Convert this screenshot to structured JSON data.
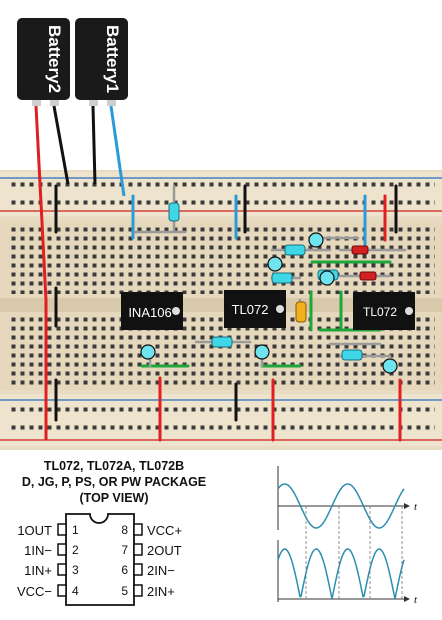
{
  "batteries": [
    {
      "label": "Battery2",
      "plus": "+",
      "minus": "−"
    },
    {
      "label": "Battery1",
      "plus": "+",
      "minus": "−"
    }
  ],
  "chips": [
    {
      "label": "INA106"
    },
    {
      "label": "TL072"
    },
    {
      "label": "TL072"
    }
  ],
  "package": {
    "title_line1": "TL072, TL072A, TL072B",
    "title_line2": "D, JG, P, PS, OR PW PACKAGE",
    "title_line3": "(TOP VIEW)",
    "left_pins": [
      {
        "num": "1",
        "name": "1OUT"
      },
      {
        "num": "2",
        "name": "1IN−"
      },
      {
        "num": "3",
        "name": "1IN+"
      },
      {
        "num": "4",
        "name": "VCC−"
      }
    ],
    "right_pins": [
      {
        "num": "8",
        "name": "VCC+"
      },
      {
        "num": "7",
        "name": "2OUT"
      },
      {
        "num": "6",
        "name": "2IN−"
      },
      {
        "num": "5",
        "name": "2IN+"
      }
    ]
  },
  "waveforms": {
    "top_axis_label": "t",
    "bottom_axis_label": "t"
  },
  "colors": {
    "red_wire": "#e02020",
    "black_wire": "#111111",
    "blue_wire": "#2a9bd8",
    "green_wire": "#1fa53a",
    "grey_wire": "#9a9a9a",
    "board": "#e8dcc4",
    "wave": "#2a8fb0"
  }
}
